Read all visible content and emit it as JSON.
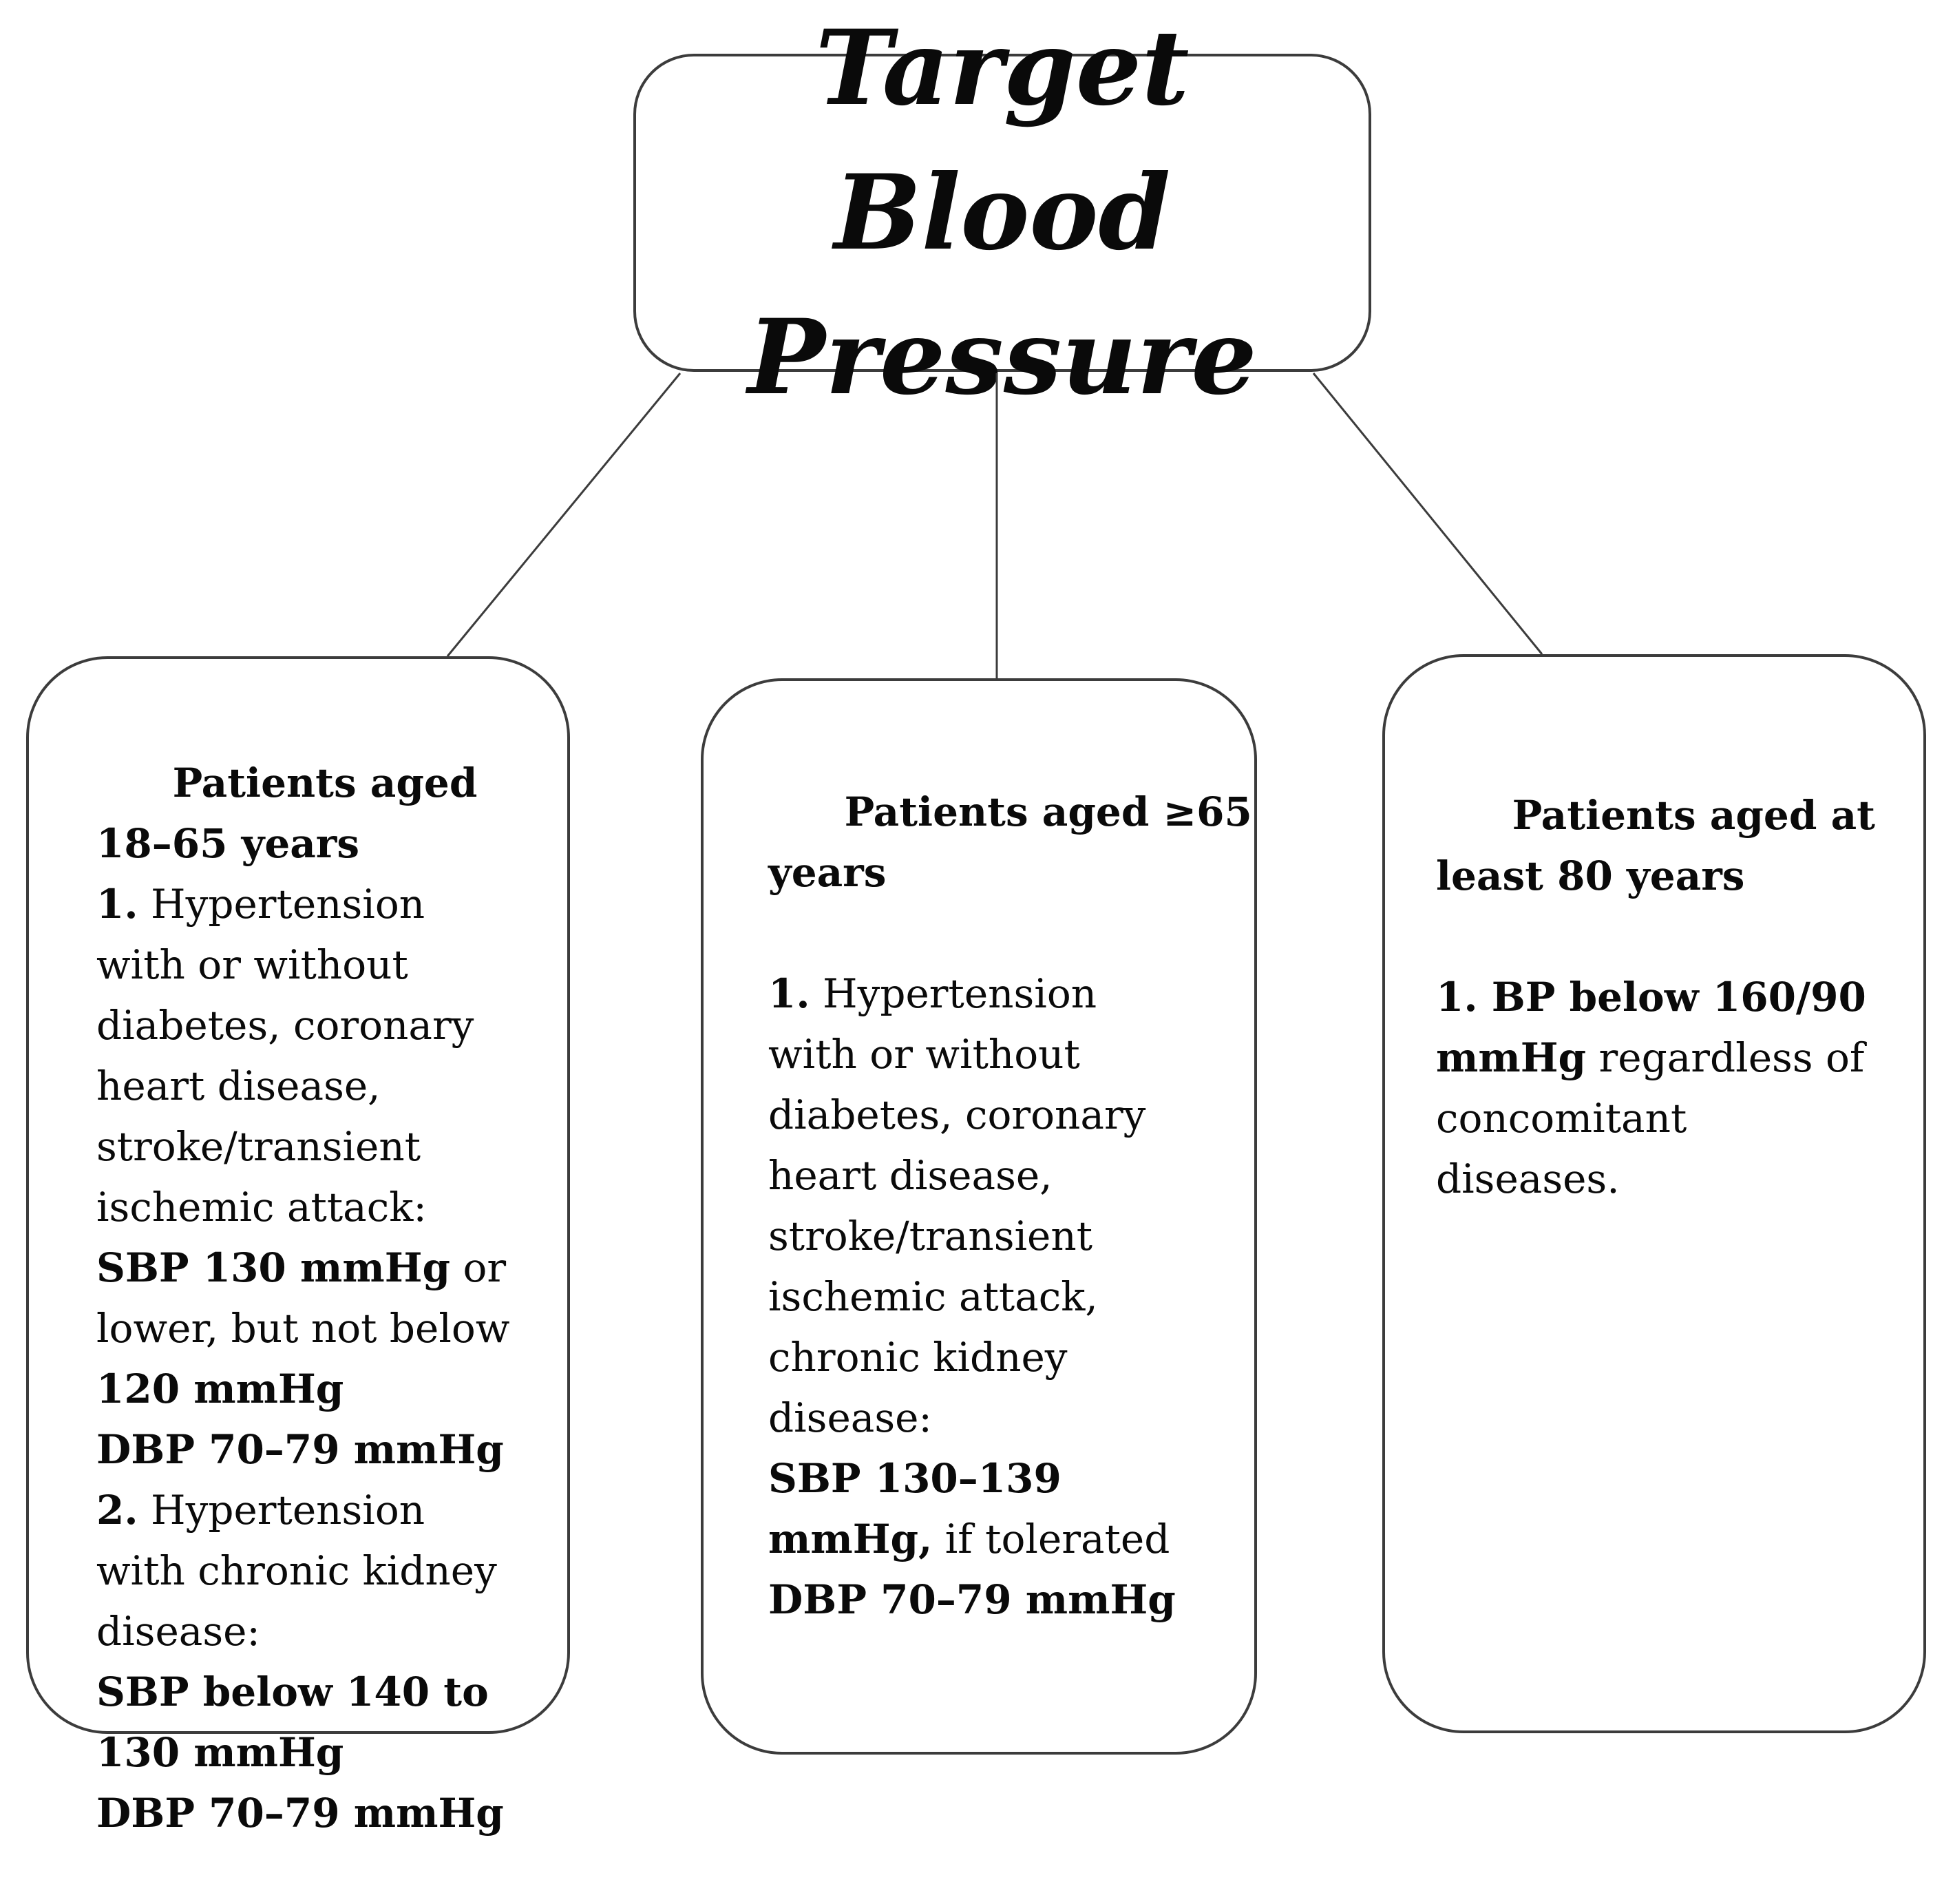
{
  "figure": {
    "root_label": "Target Blood\nPressure",
    "colors": {
      "background": "#ffffff",
      "border": "#3c3c3c",
      "text": "#0a0a0a"
    },
    "boxes": [
      {
        "name": "patients-aged-18-65",
        "segments": [
          {
            "bold": true,
            "text": "Patients aged\n18–65 years\n"
          },
          {
            "bold": true,
            "text": "1."
          },
          {
            "bold": false,
            "text": " Hypertension\nwith or without\ndiabetes, coronary\nheart disease,\nstroke/transient\nischemic attack:\n"
          },
          {
            "bold": true,
            "text": "SBP 130 mmHg"
          },
          {
            "bold": false,
            "text": " or\nlower, but not below\n"
          },
          {
            "bold": true,
            "text": "120 mmHg\nDBP 70–79 mmHg\n"
          },
          {
            "bold": true,
            "text": "2."
          },
          {
            "bold": false,
            "text": " Hypertension\nwith chronic kidney\ndisease:\n"
          },
          {
            "bold": true,
            "text": "SBP below 140 to\n130 mmHg\nDBP 70–79 mmHg"
          }
        ]
      },
      {
        "name": "patients-aged-65-plus",
        "segments": [
          {
            "bold": true,
            "text": "Patients aged ≥65\nyears\n\n"
          },
          {
            "bold": true,
            "text": "1."
          },
          {
            "bold": false,
            "text": " Hypertension\nwith or without\ndiabetes, coronary\nheart disease,\nstroke/transient\nischemic attack,\nchronic kidney\ndisease:\n"
          },
          {
            "bold": true,
            "text": "SBP 130–139\nmmHg,"
          },
          {
            "bold": false,
            "text": " if tolerated\n"
          },
          {
            "bold": true,
            "text": "DBP 70–79 mmHg"
          }
        ]
      },
      {
        "name": "patients-aged-80-plus",
        "segments": [
          {
            "bold": true,
            "text": "Patients aged at\nleast 80 years\n\n"
          },
          {
            "bold": true,
            "text": "1. BP below 160/90\nmmHg"
          },
          {
            "bold": false,
            "text": " regardless of\nconcomitant\ndiseases."
          }
        ]
      }
    ]
  }
}
